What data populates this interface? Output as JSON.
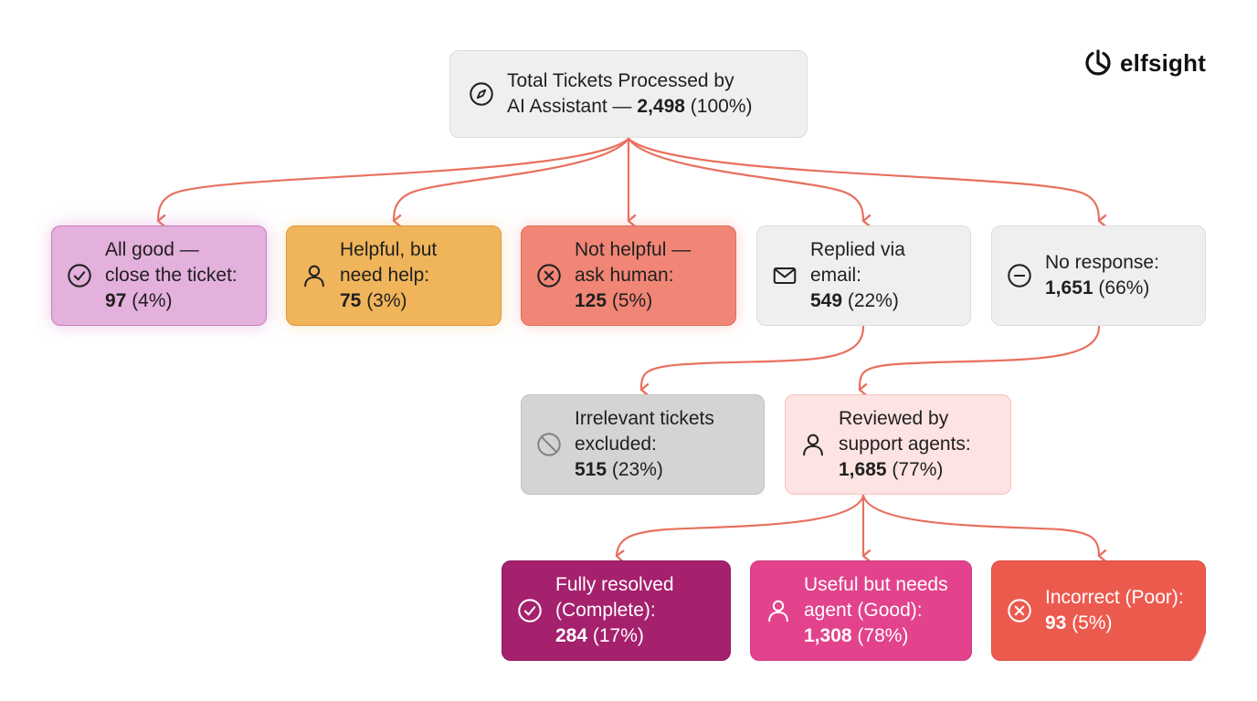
{
  "brand": {
    "name": "elfsight"
  },
  "colors": {
    "arrow": "#e8705e",
    "all_good": "#e4b0dc",
    "helpful": "#f0b45a",
    "not_helpful": "#f18676",
    "neutral": "#efefef",
    "irrelevant": "#d4d4d4",
    "reviewed": "#fde3e1",
    "fully_resolved": "#a5206d",
    "useful": "#e2438c",
    "incorrect": "#ec5a4e"
  },
  "nodes": {
    "root": {
      "icon": "compass-icon",
      "label_1": "Total Tickets Processed by",
      "label_2": "AI Assistant — ",
      "value": "2,498",
      "pct": " (100%)"
    },
    "good": {
      "icon": "check-circle-icon",
      "label_1": "All good —",
      "label_2": "close the ticket:",
      "value": "97",
      "pct": " (4%)"
    },
    "help": {
      "icon": "user-icon",
      "label_1": "Helpful, but",
      "label_2": "need help:",
      "value": "75",
      "pct": " (3%)"
    },
    "nothelp": {
      "icon": "x-circle-icon",
      "label_1": "Not helpful —",
      "label_2": "ask human:",
      "value": "125",
      "pct": " (5%)"
    },
    "email": {
      "icon": "mail-icon",
      "label_1": "Replied via",
      "label_2": "email:",
      "value": "549",
      "pct": " (22%)"
    },
    "noresp": {
      "icon": "minus-circle-icon",
      "label_1": "No response:",
      "value": "1,651",
      "pct": " (66%)"
    },
    "irrel": {
      "icon": "block-icon",
      "label_1": "Irrelevant tickets",
      "label_2": "excluded:",
      "value": "515",
      "pct": " (23%)"
    },
    "review": {
      "icon": "user-icon",
      "label_1": "Reviewed by",
      "label_2": "support agents:",
      "value": "1,685",
      "pct": " (77%)"
    },
    "full": {
      "icon": "check-circle-icon",
      "label_1": "Fully resolved",
      "label_2": "(Complete):",
      "value": "284",
      "pct": " (17%)"
    },
    "useful": {
      "icon": "user-icon",
      "label_1": "Useful but needs",
      "label_2": "agent (Good):",
      "value": "1,308",
      "pct": " (78%)"
    },
    "wrong": {
      "icon": "x-circle-icon",
      "label_1": "Incorrect (Poor):",
      "value": "93",
      "pct": " (5%)"
    }
  },
  "edges": [
    [
      "root",
      "good"
    ],
    [
      "root",
      "help"
    ],
    [
      "root",
      "nothelp"
    ],
    [
      "root",
      "email"
    ],
    [
      "root",
      "noresp"
    ],
    [
      "email",
      "irrel"
    ],
    [
      "noresp",
      "review"
    ],
    [
      "review",
      "full"
    ],
    [
      "review",
      "useful"
    ],
    [
      "review",
      "wrong"
    ]
  ]
}
